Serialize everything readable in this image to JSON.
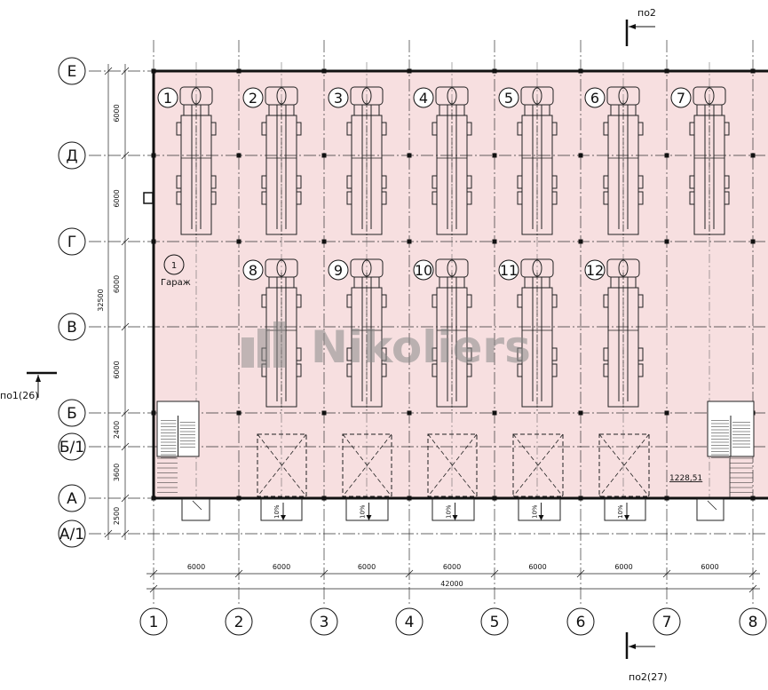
{
  "drawing": {
    "room_number": "1",
    "room_name": "Гараж",
    "area_label": "1228,51",
    "watermark": "Nikoliers",
    "section_top": "по2",
    "section_bottom": "по2(27)",
    "section_left": "по1(26)",
    "ramp_slope": "10%",
    "overall_width": "42000",
    "overall_height": "32500"
  },
  "axes_vertical": [
    "1",
    "2",
    "3",
    "4",
    "5",
    "6",
    "7",
    "8"
  ],
  "axes_horizontal": [
    "Е",
    "Д",
    "Г",
    "В",
    "Б",
    "Б/1",
    "А",
    "А/1"
  ],
  "dims_horizontal": [
    "6000",
    "6000",
    "6000",
    "6000",
    "6000",
    "6000",
    "6000"
  ],
  "dims_vertical": [
    "6000",
    "6000",
    "6000",
    "6000",
    "2400",
    "3600",
    "2500"
  ],
  "parking_spaces": [
    "1",
    "2",
    "3",
    "4",
    "5",
    "6",
    "7",
    "8",
    "9",
    "10",
    "11",
    "12"
  ],
  "colors": {
    "floor_fill": "#f7dfe0",
    "wall": "#111111",
    "line": "#222222"
  }
}
